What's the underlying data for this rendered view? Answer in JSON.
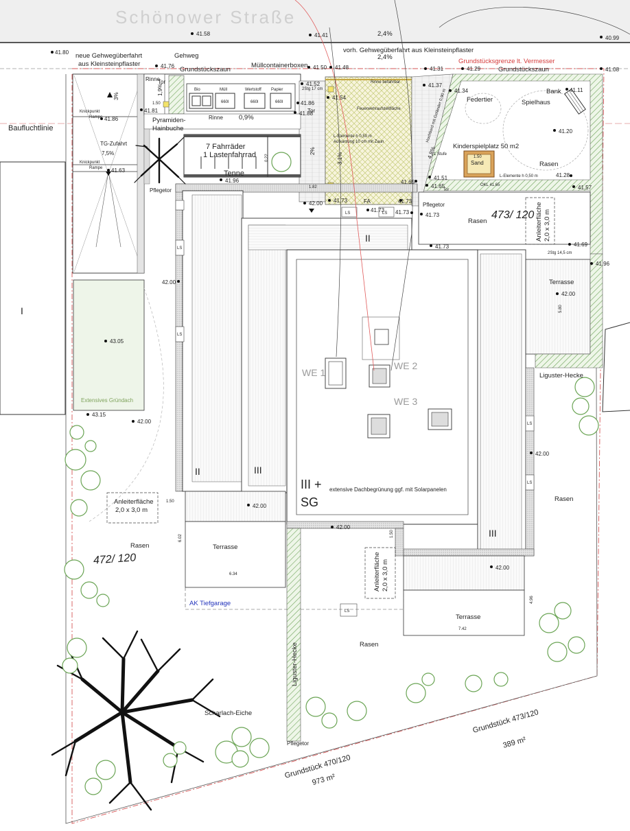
{
  "street": {
    "name": "Schönower Straße"
  },
  "labels": {
    "new_driveway": "neue  Gehwegüberfahrt",
    "new_driveway_2": "aus Kleinsteinpflaster",
    "sidewalk": "Gehweg",
    "fence_1": "Grundstückszaun",
    "fence_2": "Grundstückszaun",
    "container": "Müllcontainerboxen",
    "existing_driveway": "vorh. Gehwegüberfahrt aus Kleinsteinpflaster",
    "property_line_survey": "Grundstücksgrenze lt. Vermesser",
    "building_line": "Baufluchtlinie",
    "tg_ramp": "TG-Zufahrt",
    "tg_ramp_pct": "7,5%",
    "ramp_pct": "3%",
    "knick_1": "Knickpunkt",
    "knick_1b": "Rampe",
    "knick_2": "Knickpunkt",
    "knick_2b": "Rampe",
    "gate_1": "Tor",
    "gate_2": "Tor",
    "gate_3": "Tor",
    "gutter_1": "Rinne",
    "gutter_2": "Rinne",
    "gutter_pct": "0,9%",
    "slope_19": "1,9%",
    "slope_2": "2%",
    "slope_31": "3,1%",
    "slope_48": "4,8%",
    "street_slope_1": "2,4%",
    "street_slope_2": "2,4%",
    "bin_bio": "Bio",
    "bin_muell": "Müll",
    "bin_wert": "Wertstoff",
    "bin_papier": "Papier",
    "bin_size_1": "660l",
    "bin_size_2": "660l",
    "bin_size_3": "660l",
    "tree_hornbeam_1": "Pyramiden-",
    "tree_hornbeam_2": "Hainbuche",
    "bikes_1": "7 Fahrräder",
    "bikes_2": "1 Lastenfahrrad",
    "barn": "Tenne",
    "maint_gate_1": "Pflegetor",
    "maint_gate_2": "Pflegetor",
    "maint_gate_3": "Pflegetor",
    "fire_area": "Feuerwehraufstellfläche",
    "rinne_befahrbar": "Rinne befahrbar",
    "l_elem_1": "L-Elemente h 0,50 m",
    "l_elem_1b": "Aufkantung 10 cm mit Zaun",
    "l_elem_2": "L-Elemente h 0,50 m",
    "stair_17": "2Stg 17 cm",
    "stair_145": "2Stg 14,5 cm",
    "step_1": "1 Stufe",
    "hochbord": "Hochbord mit Geländer 0,90 m",
    "spring_toy": "Federtier",
    "bench": "Bank",
    "playhouse": "Spielhaus",
    "playground": "Kinderspielplatz 50 m2",
    "sand": "Sand",
    "sand_dim": "1.50",
    "lawn_1": "Rasen",
    "lawn_2": "Rasen",
    "lawn_3": "Rasen",
    "lawn_4": "Rasen",
    "lawn_5": "Rasen",
    "lawn_6": "Rasen",
    "plot_473": "473/ 120",
    "plot_472": "472/ 120",
    "ladder_1": "Anleiterfläche",
    "ladder_1b": "2,0 x 3,0 m",
    "ladder_2": "Anleiterfläche",
    "ladder_2b": "2,0 x 3,0 m",
    "ladder_3": "Anleiterfläche",
    "ladder_3b": "2,0 x 3,0 m",
    "terrace_1": "Terrasse",
    "terrace_2": "Terrasse",
    "terrace_3": "Terrasse",
    "hedge_1": "Liguster-Hecke",
    "hedge_2": "Liguster-Hecke",
    "green_roof": "Extensives Gründach",
    "we1": "WE 1",
    "we2": "WE 2",
    "we3": "WE 3",
    "floors_main": "III +",
    "floors_sg": "SG",
    "roof_note": "extensive Dachbegrünung ggf. mit Solarpanelen",
    "ak_tg": "AK  Tiefgarage",
    "oak": "Scharlach-Eiche",
    "plot_473_name": "Grundstück 473/120",
    "plot_473_area": "389 m²",
    "plot_470_name": "Grundstück 470/120",
    "plot_470_area": "973 m²",
    "fa": "FA",
    "ls": "LS",
    "roman_1": "I",
    "roman_2": "II",
    "roman_3": "II",
    "roman_4": "III",
    "roman_5": "III",
    "dim_150a": "1.50",
    "dim_150b": "1.50",
    "dim_150c": "1.50",
    "dim_182": "1.82",
    "dim_602": "6.02",
    "dim_634": "6.34",
    "dim_742": "7.42",
    "dim_496": "4.96",
    "dim_580": "5.80",
    "dim_022": "0.22",
    "okl": "OKL 41.65"
  },
  "elevations": {
    "e4158": "41.58",
    "e4141": "41.41",
    "e4099": "40.99",
    "e4180": "41.80",
    "e4176": "41.76",
    "e4150": "41.50",
    "e4148": "41.48",
    "e4131": "41.31",
    "e4129": "41.29",
    "e4108": "41.08",
    "e4152": "41.52",
    "e4154": "41.54",
    "e4137": "41.37",
    "e4134": "41.34",
    "e4111": "41.11",
    "e4181": "41.81",
    "e4186": "41.86",
    "e4186b": "41.86",
    "e4188": "41.88",
    "e4120": "41.20",
    "e4163": "41.63",
    "e4196": "41.96",
    "e4165": "41.65",
    "e4165b": "41.65",
    "e4151": "41.51",
    "e4128": "41.28",
    "e4157": "41.57",
    "e4200a": "42.00",
    "e4173a": "41.73",
    "e4173b": "41.73",
    "e4173c": "41.73",
    "e4173d": "41.73",
    "e4173e": "41.73",
    "e4173f": "41.73",
    "e4169": "41.69",
    "e4196b": "41.96",
    "e4200b": "42.00",
    "e4200c": "42.00",
    "e4305": "43.05",
    "e4315": "43.15",
    "e4200d": "42.00",
    "e4200e": "42.00",
    "e4200f": "42.00",
    "e4200g": "42.00",
    "e4200h": "42.00"
  }
}
